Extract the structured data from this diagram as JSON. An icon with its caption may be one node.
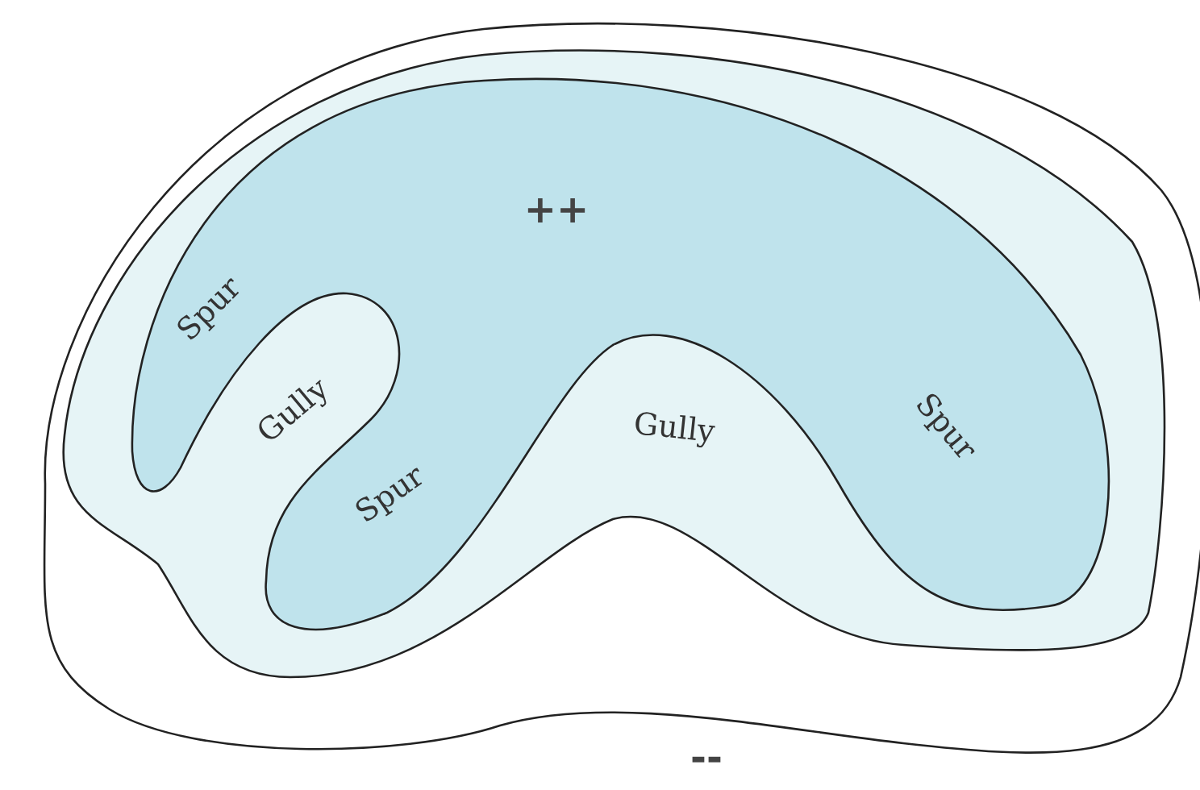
{
  "diagram": {
    "labels": [
      "++",
      "Spur",
      "Gully",
      "Gully",
      "Spur",
      "Spur",
      "--"
    ]
  }
}
